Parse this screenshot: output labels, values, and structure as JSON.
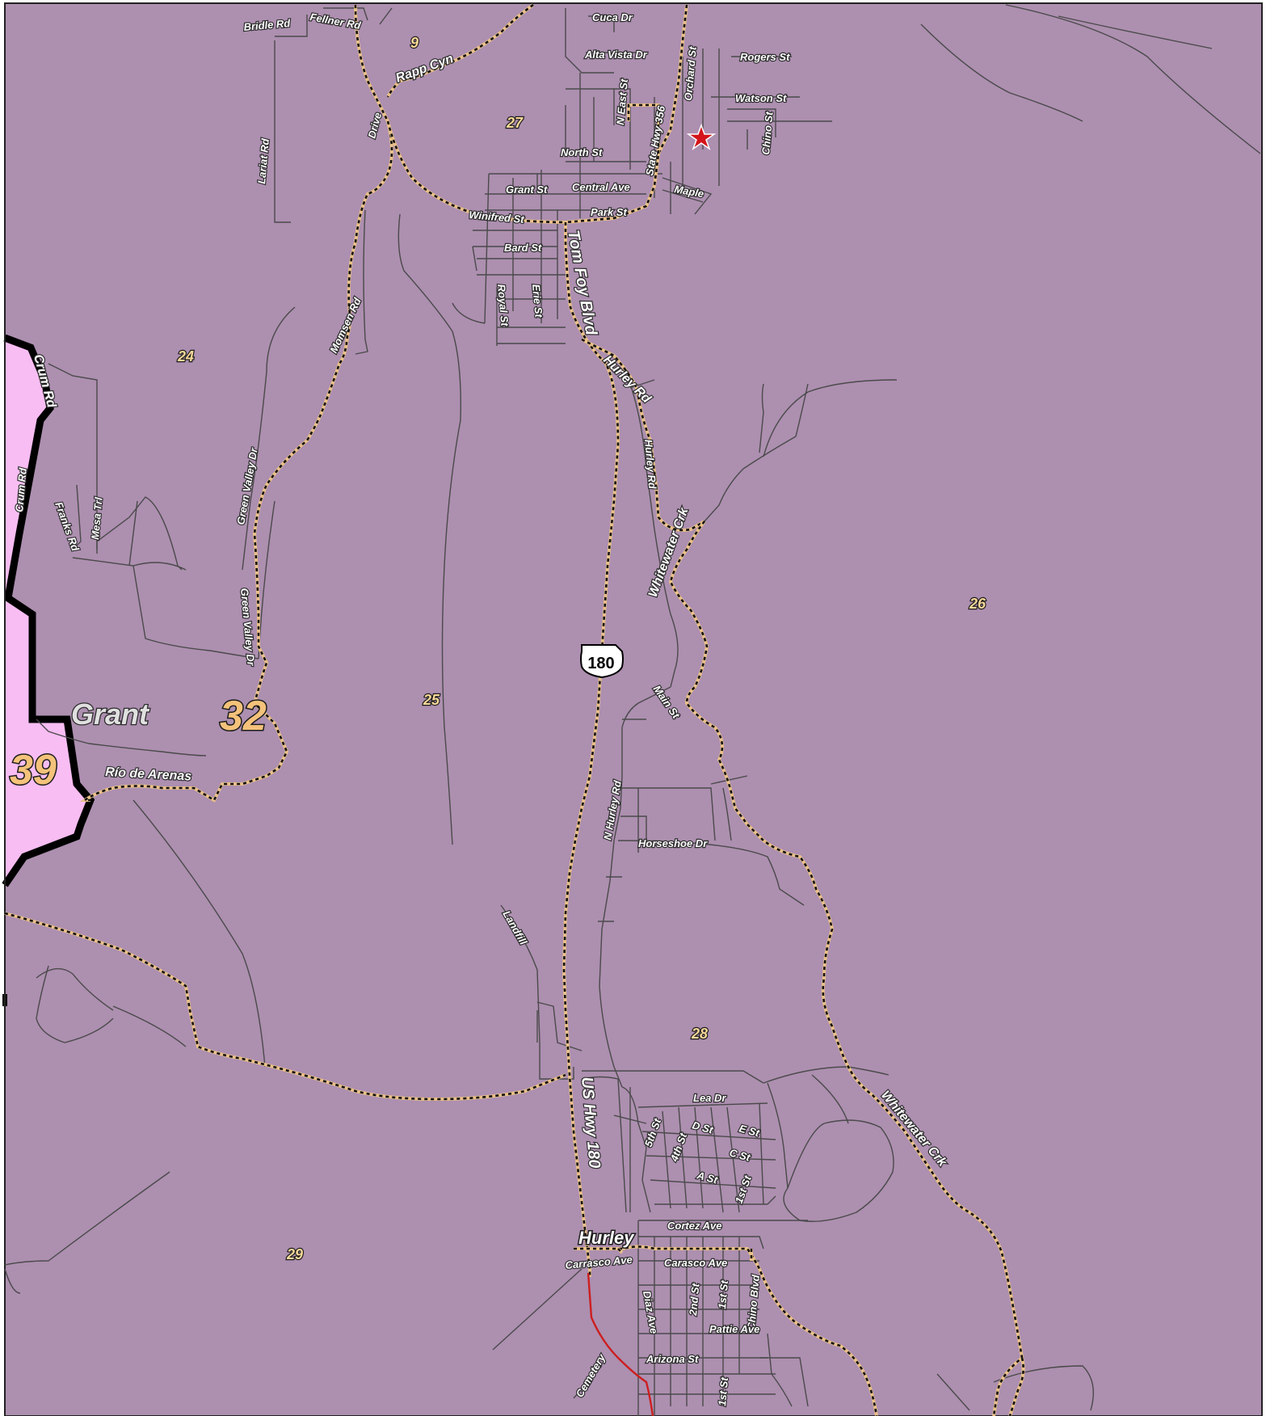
{
  "colors": {
    "district_fill": "#ad8fb0",
    "neighbor_fill": "#f8bdf2",
    "road": "#4a4a4a",
    "boundary": "#111111",
    "boundary_halo": "#e9c089",
    "highway_red": "#cc1f1f",
    "star": "#d4141a"
  },
  "map": {
    "county_label": "Grant",
    "city_label": "Hurley",
    "districts": {
      "main": "32",
      "neighbor": "39"
    },
    "precincts": [
      "9",
      "27",
      "24",
      "26",
      "25",
      "28",
      "29"
    ],
    "highway_shield": "180",
    "streets": {
      "bridle_rd": "Bridle Rd",
      "fellner_rd": "Fellner Rd",
      "rapp_cyn": "Rapp Cyn",
      "cuca_dr": "Cuca Dr",
      "alta_vista_dr": "Alta Vista Dr",
      "rogers_st": "Rogers St",
      "watson_st": "Watson St",
      "orchard_st": "Orchard St",
      "n_east_st": "N East St",
      "state_hwy_356": "State Hwy 356",
      "chino_st": "Chino St",
      "north_st": "North St",
      "grant_st": "Grant St",
      "central_ave": "Central Ave",
      "maple": "Maple",
      "park_st": "Park St",
      "winifred_st": "Winifred St",
      "bard_st": "Bard St",
      "royal_st": "Royal St",
      "erie_st": "Erie St",
      "tom_foy_blvd": "Tom Foy Blvd",
      "lariat_rd": "Lariat Rd",
      "drive": "Drive",
      "momsen_rd": "Momsen Rd",
      "hurley_rd": "Hurley Rd",
      "hurley_rd_2": "Hurley Rd",
      "crum_rd": "Crum Rd",
      "crum_rd_2": "Crum Rd",
      "franks_rd": "Franks Rd",
      "mesa_trl": "Mesa Trl",
      "green_valley_dr": "Green Valley Dr",
      "green_valley_dr_2": "Green Valley Dr",
      "whitewater_crk": "Whitewater Crk",
      "whitewater_crk_2": "Whitewater Crk",
      "main_st": "Main St",
      "rio_de_arenas": "Río de Arenas",
      "n_hurley_rd": "N Hurley Rd",
      "horseshoe_dr": "Horseshoe Dr",
      "landfill": "Landfill",
      "us_hwy_180": "US Hwy 180",
      "lea_dr": "Lea Dr",
      "fifth_st": "5th St",
      "d_st": "D St",
      "e_st": "E St",
      "fourth_st": "4th St",
      "c_st": "C St",
      "a_st": "A St",
      "first_st": "1st St",
      "cortez_ave": "Cortez Ave",
      "carrasco_ave": "Carrasco Ave",
      "carasco_ave": "Carasco Ave",
      "diaz_ave": "Diaz Ave",
      "second_st": "2nd St",
      "first_st_2": "1st St",
      "chino_blvd": "Chino Blvd",
      "pattie_ave": "Pattie Ave",
      "arizona_st": "Arizona St",
      "cemetery": "Cemetery",
      "first_st_3": "1st St"
    }
  }
}
